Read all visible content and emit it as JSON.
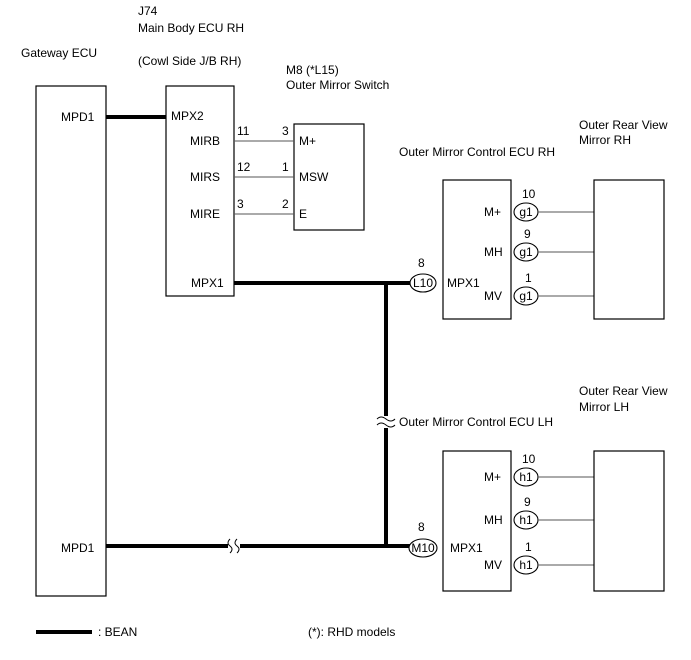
{
  "gateway": {
    "title": "Gateway ECU",
    "pin_top": "MPD1",
    "pin_bottom": "MPD1"
  },
  "main_body": {
    "code": "J74",
    "title": "Main Body ECU RH",
    "subtitle": "(Cowl Side J/B RH)",
    "pins": {
      "mpx2": "MPX2",
      "mirb": "MIRB",
      "mirs": "MIRS",
      "mire": "MIRE",
      "mpx1": "MPX1"
    },
    "wire_nums": {
      "mirb": "11",
      "mirs": "12",
      "mire": "3"
    }
  },
  "switch": {
    "code": "M8 (*L15)",
    "title": "Outer Mirror Switch",
    "pins": {
      "mplus": "M+",
      "msw": "MSW",
      "e": "E"
    },
    "wire_nums": {
      "mplus": "3",
      "msw": "1",
      "e": "2"
    }
  },
  "ecu_rh": {
    "title": "Outer Mirror Control ECU RH",
    "connector": "L10",
    "connector_pin": "8",
    "pins": {
      "mplus": "M+",
      "mh": "MH",
      "mv": "MV",
      "mpx1": "MPX1"
    },
    "conn_labels": {
      "mplus": "g1",
      "mh": "g1",
      "mv": "g1"
    },
    "conn_pins": {
      "mplus": "10",
      "mh": "9",
      "mv": "1"
    }
  },
  "ecu_lh": {
    "title": "Outer Mirror Control ECU LH",
    "connector": "M10",
    "connector_pin": "8",
    "pins": {
      "mplus": "M+",
      "mh": "MH",
      "mv": "MV",
      "mpx1": "MPX1"
    },
    "conn_labels": {
      "mplus": "h1",
      "mh": "h1",
      "mv": "h1"
    },
    "conn_pins": {
      "mplus": "10",
      "mh": "9",
      "mv": "1"
    }
  },
  "mirror_rh": {
    "line1": "Outer Rear View",
    "line2": "Mirror RH"
  },
  "mirror_lh": {
    "line1": "Outer Rear View",
    "line2": "Mirror LH"
  },
  "legend": {
    "bean": ": BEAN",
    "note": "(*): RHD models"
  }
}
